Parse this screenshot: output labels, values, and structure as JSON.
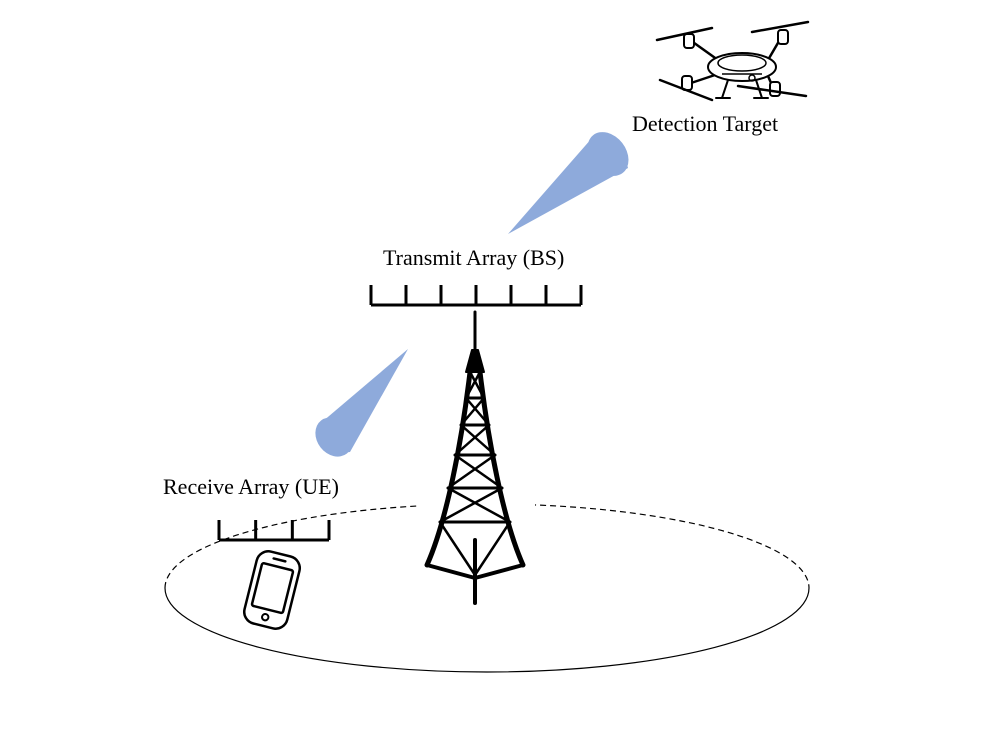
{
  "labels": {
    "detection_target": "Detection Target",
    "transmit_array": "Transmit Array (BS)",
    "receive_array": "Receive Array (UE)"
  },
  "colors": {
    "beam": "#8eaadb",
    "stroke": "#000000",
    "background": "#ffffff"
  },
  "arrays": {
    "transmit_element_count": 7,
    "receive_element_count": 4
  },
  "icons": {
    "target": "drone-icon",
    "base_station": "cell-tower-icon",
    "user_equipment": "smartphone-icon"
  }
}
